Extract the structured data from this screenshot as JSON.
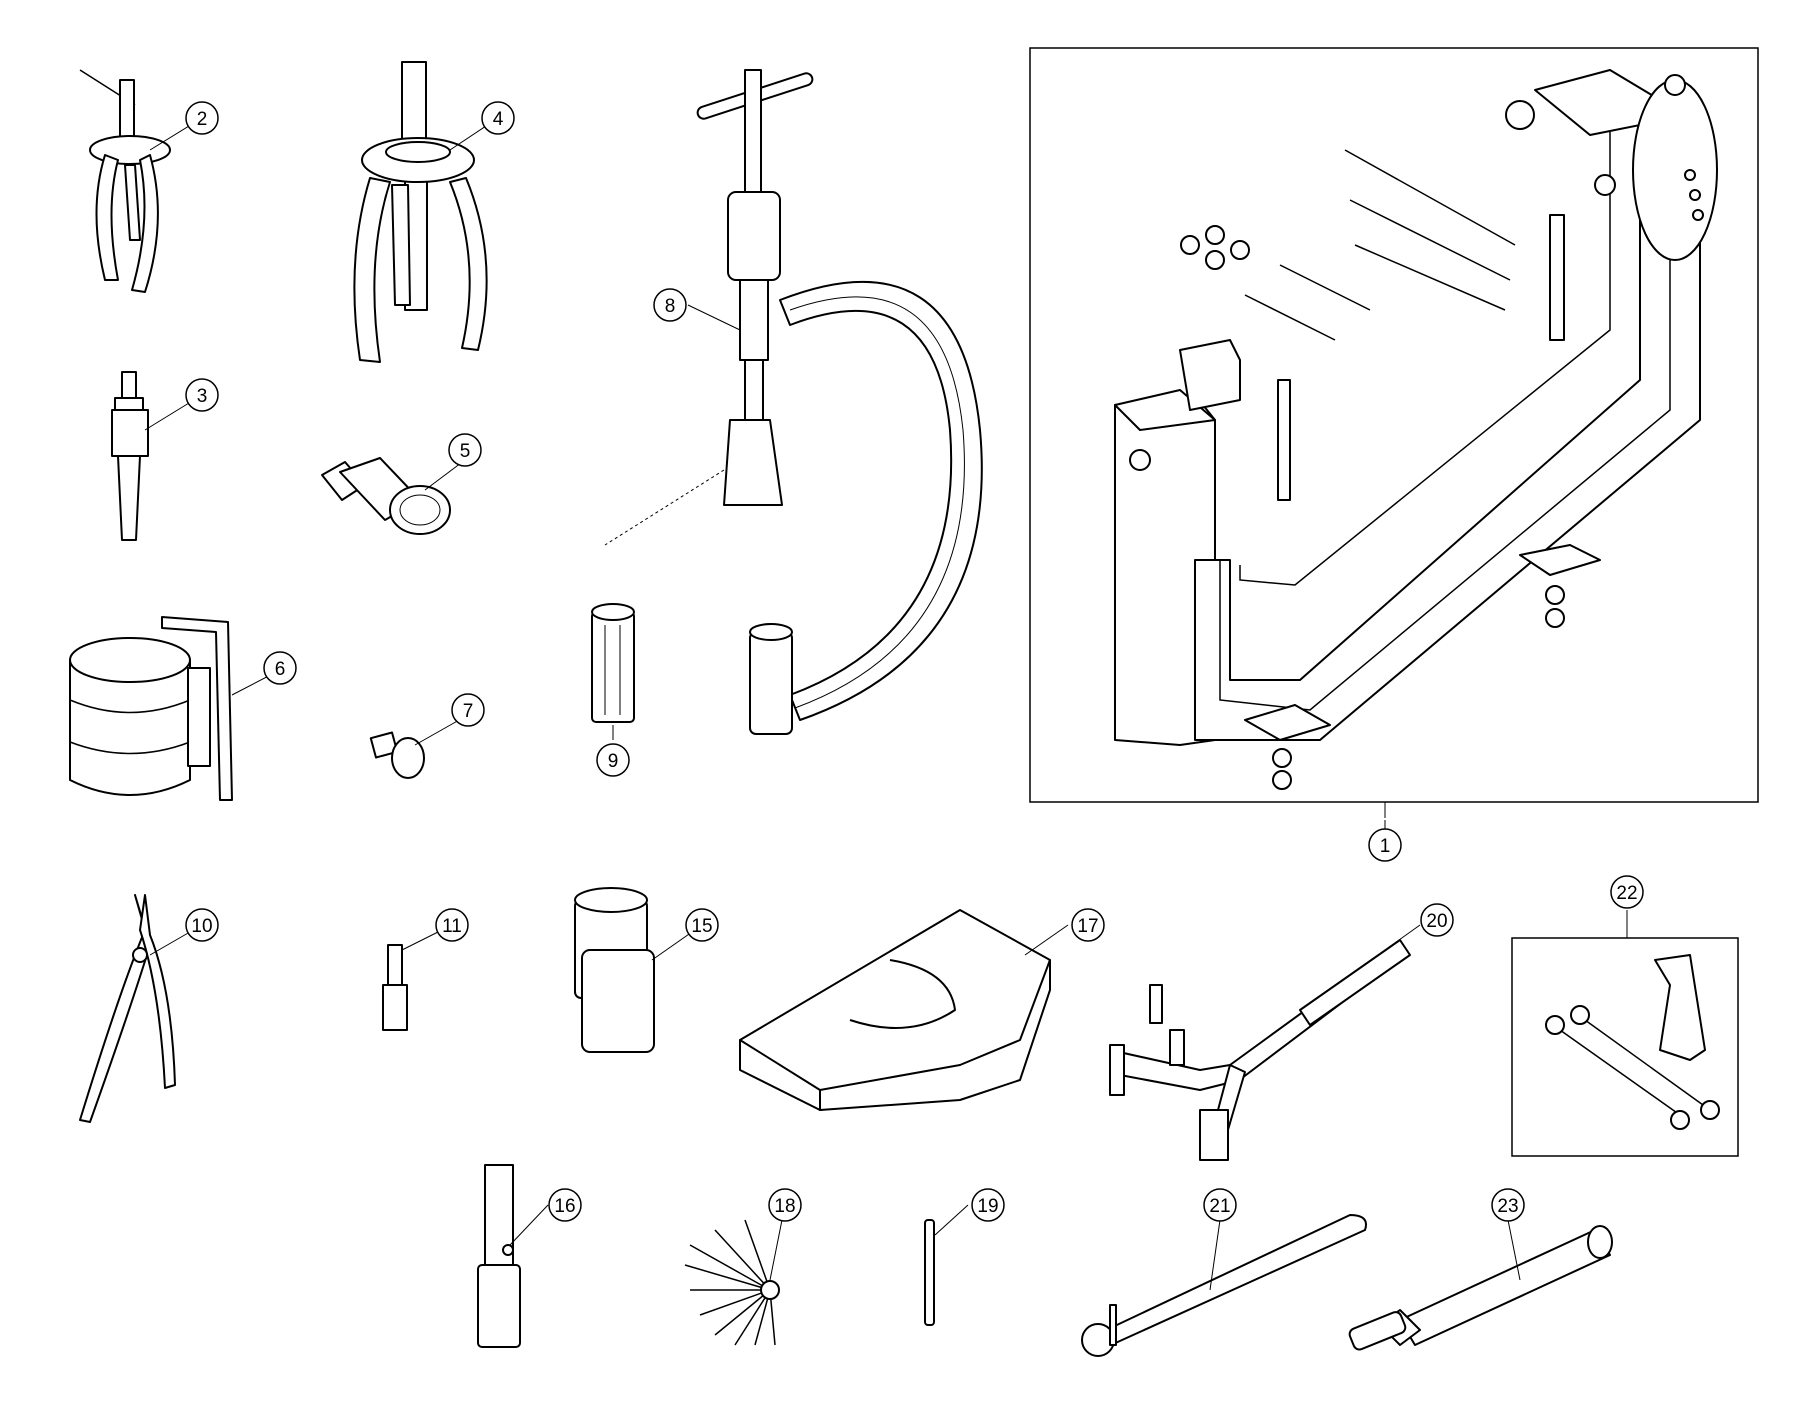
{
  "watermark": "",
  "callouts": [
    {
      "id": "callout-1",
      "num": "1"
    },
    {
      "id": "callout-2",
      "num": "2"
    },
    {
      "id": "callout-3",
      "num": "3"
    },
    {
      "id": "callout-4",
      "num": "4"
    },
    {
      "id": "callout-5",
      "num": "5"
    },
    {
      "id": "callout-6",
      "num": "6"
    },
    {
      "id": "callout-7",
      "num": "7"
    },
    {
      "id": "callout-8",
      "num": "8"
    },
    {
      "id": "callout-9",
      "num": "9"
    },
    {
      "id": "callout-10",
      "num": "10"
    },
    {
      "id": "callout-11",
      "num": "11"
    },
    {
      "id": "callout-15",
      "num": "15"
    },
    {
      "id": "callout-16",
      "num": "16"
    },
    {
      "id": "callout-17",
      "num": "17"
    },
    {
      "id": "callout-18",
      "num": "18"
    },
    {
      "id": "callout-19",
      "num": "19"
    },
    {
      "id": "callout-20",
      "num": "20"
    },
    {
      "id": "callout-21",
      "num": "21"
    },
    {
      "id": "callout-22",
      "num": "22"
    },
    {
      "id": "callout-23",
      "num": "23"
    }
  ],
  "tools": [
    {
      "num": "1",
      "icon": "engine-support-stand-icon"
    },
    {
      "num": "2",
      "icon": "three-jaw-puller-icon"
    },
    {
      "num": "3",
      "icon": "slide-hammer-icon"
    },
    {
      "num": "4",
      "icon": "bearing-puller-icon"
    },
    {
      "num": "5",
      "icon": "flywheel-extractor-icon"
    },
    {
      "num": "6",
      "icon": "piston-ring-compressor-icon"
    },
    {
      "num": "7",
      "icon": "drift-pin-icon"
    },
    {
      "num": "8",
      "icon": "valve-spring-compressor-icon"
    },
    {
      "num": "9",
      "icon": "valve-adapter-icon"
    },
    {
      "num": "10",
      "icon": "circlip-pliers-icon"
    },
    {
      "num": "11",
      "icon": "punch-icon"
    },
    {
      "num": "15",
      "icon": "socket-icon"
    },
    {
      "num": "16",
      "icon": "spark-plug-wrench-icon"
    },
    {
      "num": "17",
      "icon": "piston-support-plate-icon"
    },
    {
      "num": "18",
      "icon": "feeler-gauge-icon"
    },
    {
      "num": "19",
      "icon": "pin-icon"
    },
    {
      "num": "20",
      "icon": "flywheel-holder-icon"
    },
    {
      "num": "21",
      "icon": "pin-wrench-icon"
    },
    {
      "num": "22",
      "icon": "bracket-kit-icon"
    },
    {
      "num": "23",
      "icon": "bearing-drift-icon"
    }
  ]
}
